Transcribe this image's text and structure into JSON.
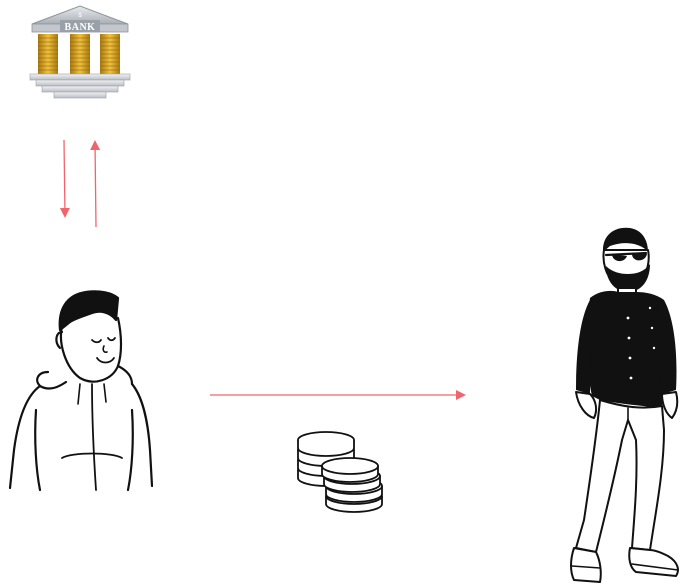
{
  "bank": {
    "sign_text": "BANK",
    "icon": "bank-building-icon",
    "roof_color": "#c8ccd2",
    "coin_color": "#d9a521",
    "coin_dark": "#a7780f"
  },
  "arrows": {
    "color": "#f0656b",
    "bank_to_person": "arrow-down",
    "person_to_bank": "arrow-up",
    "person_to_vendor": "arrow-right"
  },
  "people": {
    "sender": "young-person-hoodie-icon",
    "receiver": "bearded-man-sunglasses-icon"
  },
  "payment": {
    "icon": "coin-stack-icon"
  }
}
